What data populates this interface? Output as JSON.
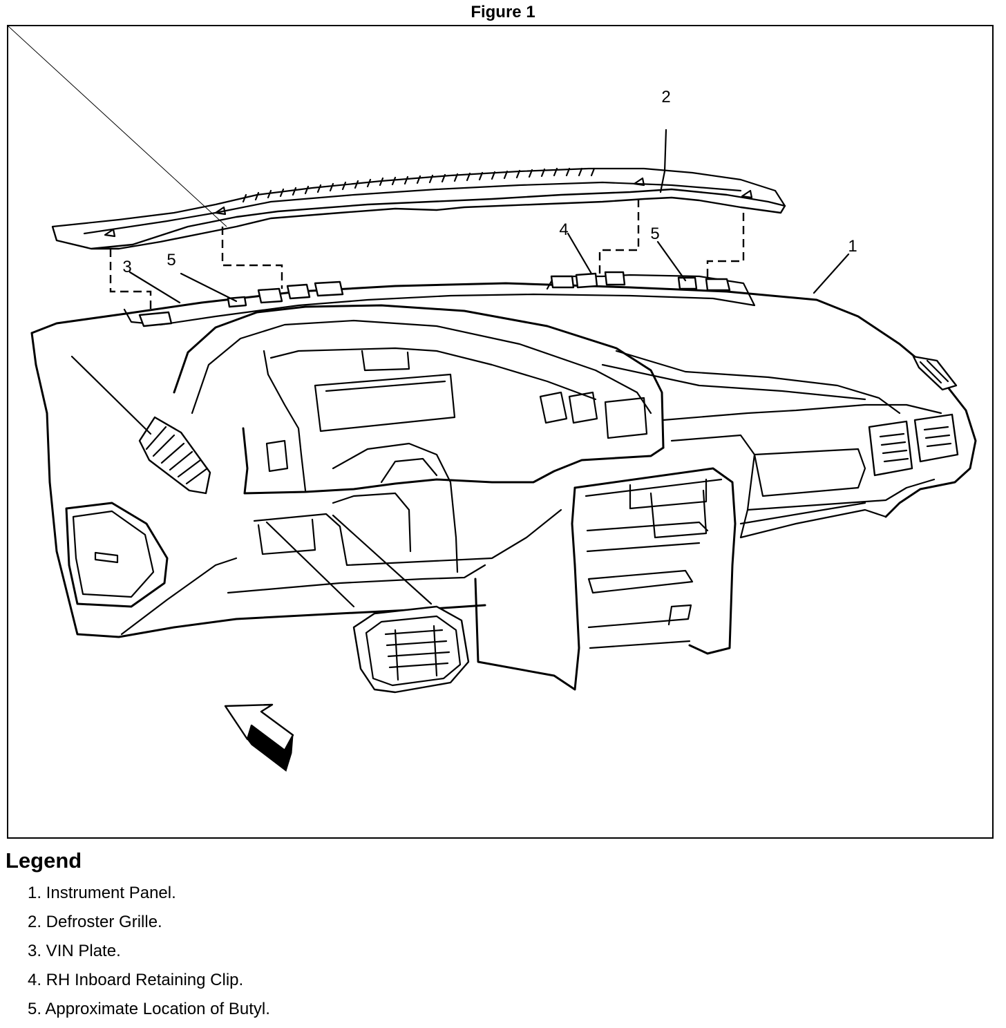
{
  "figure": {
    "title": "Figure 1",
    "callouts": [
      "1",
      "2",
      "3",
      "4",
      "5",
      "5"
    ]
  },
  "legend": {
    "heading": "Legend",
    "items": [
      "1. Instrument Panel.",
      "2. Defroster Grille.",
      "3. VIN Plate.",
      "4. RH Inboard Retaining Clip.",
      "5. Approximate Location of Butyl."
    ]
  },
  "icons": {
    "view-arrow": "arrow-icon",
    "clip-marker": "triangle-icon"
  }
}
